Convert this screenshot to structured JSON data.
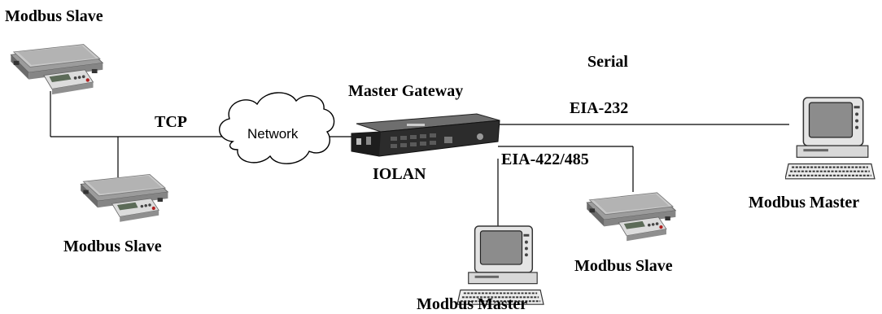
{
  "labels": {
    "slave_top": "Modbus Slave",
    "slave_left": "Modbus Slave",
    "slave_right": "Modbus Slave",
    "tcp": "TCP",
    "network": "Network",
    "gateway_title": "Master Gateway",
    "device": "IOLAN",
    "serial": "Serial",
    "eia232": "EIA-232",
    "eia422": "EIA-422/485",
    "master_right": "Modbus Master",
    "master_bottom": "Modbus Master"
  },
  "icons": {
    "scale": "weighing-scale-icon",
    "computer": "computer-terminal-icon",
    "gateway": "rack-device-server-icon",
    "cloud": "network-cloud-icon"
  }
}
